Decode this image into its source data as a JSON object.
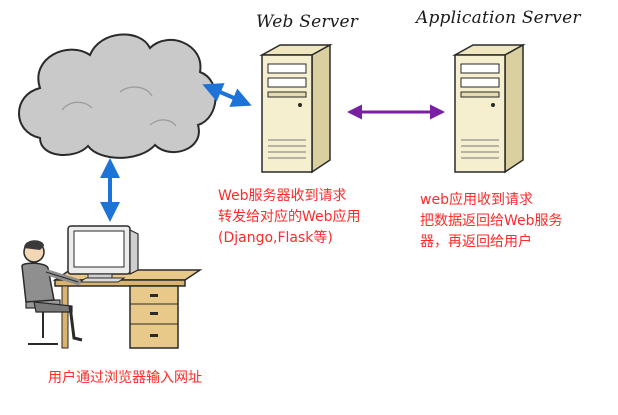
{
  "servers": {
    "web": {
      "title": "Web Server"
    },
    "app": {
      "title": "Application Server"
    }
  },
  "notes": {
    "web_server": "Web服务器收到请求\n转发给对应的Web应用\n(Django,Flask等)",
    "application": "web应用收到请求\n把数据返回给Web服务\n器，再返回给用户",
    "user": "用户通过浏览器输入网址"
  },
  "colors": {
    "annotation": "#ff2a2a",
    "arrow_cloud_web": "#1e73d8",
    "arrow_web_app": "#7a1fa2",
    "cloud_fill": "#c9c9c9",
    "server_fill": "#f6efcf"
  },
  "icons": {
    "cloud": "cloud-icon",
    "web_server": "server-tower-icon",
    "app_server": "server-tower-icon",
    "user": "user-at-computer-icon"
  }
}
